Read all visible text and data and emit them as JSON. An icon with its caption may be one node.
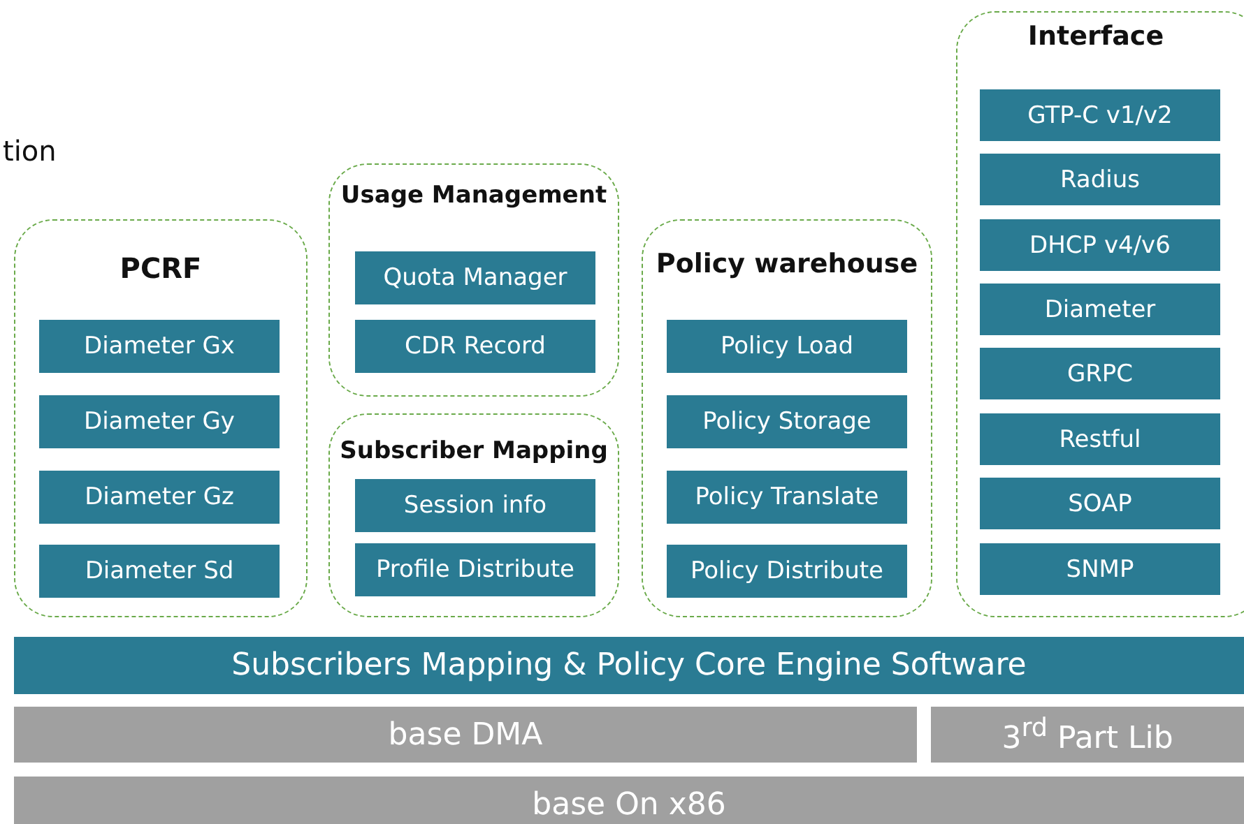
{
  "diagram": {
    "nodes": [
      {
        "text": [
          "PCRF"
        ]
      },
      {
        "text": [
          "Diameter Gx"
        ],
        "in": 0
      },
      {
        "text": [
          "Diameter Gy"
        ],
        "in": 0
      },
      {
        "text": [
          "Diameter Gz"
        ],
        "in": 0
      },
      {
        "text": [
          "Diameter Sd"
        ],
        "in": 0
      },
      {
        "text": [
          "Usage Management"
        ]
      },
      {
        "text": [
          "Quota Manager"
        ],
        "in": 5
      },
      {
        "text": [
          "CDR Record"
        ],
        "in": 5
      },
      {
        "text": [
          "Subscriber Mapping"
        ]
      },
      {
        "text": [
          "Session info"
        ],
        "in": 8
      },
      {
        "text": [
          "Profile Distribute"
        ],
        "in": 8
      },
      {
        "text": [
          "Policy warehouse"
        ]
      },
      {
        "text": [
          "Policy Load"
        ],
        "in": 11
      },
      {
        "text": [
          "Policy Storage"
        ],
        "in": 11
      },
      {
        "text": [
          "Policy Translate"
        ],
        "in": 11
      },
      {
        "text": [
          "Policy Distribute"
        ],
        "in": 11
      },
      {
        "text": [
          "Interface"
        ]
      },
      {
        "text": [
          "GTP-C v1/v2"
        ],
        "in": 16
      },
      {
        "text": [
          "Radius"
        ],
        "in": 16
      },
      {
        "text": [
          "DHCP v4/v6"
        ],
        "in": 16
      },
      {
        "text": [
          "Diameter"
        ],
        "in": 16
      },
      {
        "text": [
          "GRPC"
        ],
        "in": 16
      },
      {
        "text": [
          "Restful"
        ],
        "in": 16
      },
      {
        "text": [
          "SOAP"
        ],
        "in": 16
      },
      {
        "text": [
          "SNMP"
        ],
        "in": 16
      },
      {
        "text": [
          "Subscribers Mapping & Policy Core Engine Software"
        ]
      },
      {
        "text": [
          "base DMA"
        ]
      },
      {
        "text": [
          "3$^{rd}$ Part Lib"
        ]
      },
      {
        "text": [
          "base On x86"
        ]
      }
    ],
    "labels": [
      "tion"
    ]
  }
}
